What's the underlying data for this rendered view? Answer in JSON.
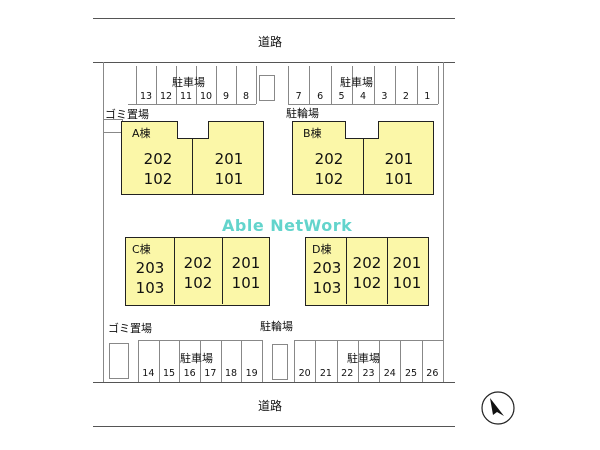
{
  "roads": {
    "top": "道路",
    "bottom": "道路"
  },
  "parking": {
    "top_left_label": "駐車場",
    "top_right_label": "駐車場",
    "bottom_left_label": "駐車場",
    "bottom_right_label": "駐車場",
    "top_left_numbers": [
      "13",
      "12",
      "11",
      "10",
      "9",
      "8"
    ],
    "top_right_numbers": [
      "7",
      "6",
      "5",
      "4",
      "3",
      "2",
      "1"
    ],
    "bottom_left_numbers": [
      "14",
      "15",
      "16",
      "17",
      "18",
      "19"
    ],
    "bottom_right_numbers": [
      "20",
      "21",
      "22",
      "23",
      "24",
      "25",
      "26"
    ]
  },
  "bicycle": {
    "top": "駐輪場",
    "bottom": "駐輪場"
  },
  "garbage": {
    "top": "ゴミ置場",
    "bottom": "ゴミ置場"
  },
  "buildings": {
    "A": {
      "label": "A棟",
      "units": [
        [
          "202",
          "102"
        ],
        [
          "201",
          "101"
        ]
      ]
    },
    "B": {
      "label": "B棟",
      "units": [
        [
          "202",
          "102"
        ],
        [
          "201",
          "101"
        ]
      ]
    },
    "C": {
      "label": "C棟",
      "units": [
        [
          "203",
          "103"
        ],
        [
          "202",
          "102"
        ],
        [
          "201",
          "101"
        ]
      ]
    },
    "D": {
      "label": "D棟",
      "units": [
        [
          "203",
          "103"
        ],
        [
          "202",
          "102"
        ],
        [
          "201",
          "101"
        ]
      ]
    }
  },
  "watermark": "Able NetWork",
  "compass_icon": "north-arrow-icon"
}
